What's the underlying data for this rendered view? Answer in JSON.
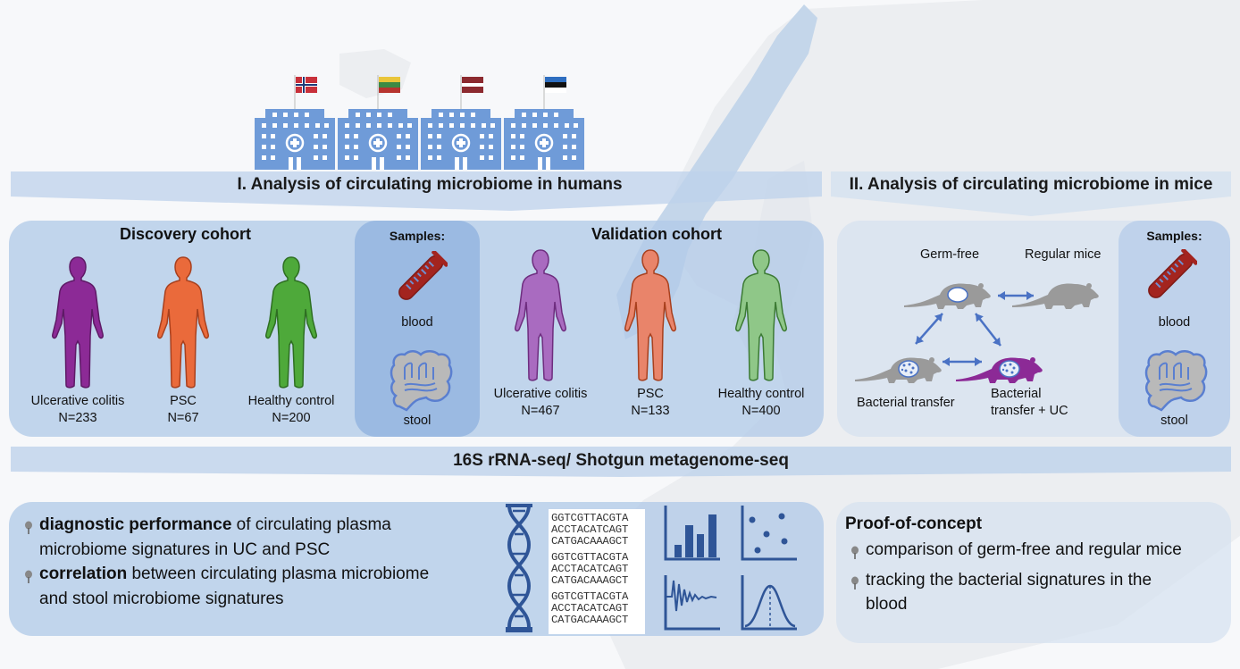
{
  "hospitals": [
    {
      "country": "Norway",
      "flag_icon": "norway-flag-icon"
    },
    {
      "country": "Lithuania",
      "flag_icon": "lithuania-flag-icon"
    },
    {
      "country": "Latvia",
      "flag_icon": "latvia-flag-icon"
    },
    {
      "country": "Estonia",
      "flag_icon": "estonia-flag-icon"
    }
  ],
  "colors": {
    "hospital": "#6f9bd8",
    "uc": "#8c2a96",
    "psc": "#ea6a3b",
    "healthy": "#4ea93a",
    "uc_light": "#a96bc0",
    "psc_light": "#e9846a",
    "healthy_light": "#8fc788",
    "blood": "#a3241f",
    "arrow": "#4a72c4",
    "mouse": "#9a9a9a",
    "mouse_uc": "#8c2a96"
  },
  "section1": {
    "title": "I. Analysis of circulating microbiome in humans",
    "discovery": {
      "title": "Discovery cohort",
      "groups": [
        {
          "label": "Ulcerative colitis",
          "n": "N=233"
        },
        {
          "label": "PSC",
          "n": "N=67"
        },
        {
          "label": "Healthy control",
          "n": "N=200"
        }
      ]
    },
    "samples": {
      "title": "Samples:",
      "items": [
        "blood",
        "stool"
      ]
    },
    "validation": {
      "title": "Validation cohort",
      "groups": [
        {
          "label": "Ulcerative colitis",
          "n": "N=467"
        },
        {
          "label": "PSC",
          "n": "N=133"
        },
        {
          "label": "Healthy control",
          "n": "N=400"
        }
      ]
    }
  },
  "section2": {
    "title": "II. Analysis of circulating microbiome in mice",
    "mice": {
      "germ_free": "Germ-free",
      "regular": "Regular mice",
      "bacterial_transfer": "Bacterial transfer",
      "bacterial_transfer_uc_line1": "Bacterial",
      "bacterial_transfer_uc_line2": "transfer + UC"
    },
    "samples": {
      "title": "Samples:",
      "items": [
        "blood",
        "stool"
      ]
    }
  },
  "method_banner": "16S rRNA-seq/ Shotgun metagenome-seq",
  "outcomes_humans": {
    "bullets": [
      {
        "bold": "diagnostic performance",
        "rest_line1": " of circulating plasma",
        "line2": "microbiome signatures in UC and PSC"
      },
      {
        "bold": "correlation",
        "rest_line1": " between circulating plasma microbiome",
        "line2": "and stool microbiome signatures"
      }
    ],
    "sequences": [
      [
        "GGTCGTTACGTA",
        "ACCTACATCAGT",
        "CATGACAAAGCT"
      ],
      [
        "GGTCGTTACGTA",
        "ACCTACATCAGT",
        "CATGACAAAGCT"
      ],
      [
        "GGTCGTTACGTA",
        "ACCTACATCAGT",
        "CATGACAAAGCT"
      ]
    ],
    "analysis_icons": [
      "bar-chart-icon",
      "scatter-plot-icon",
      "waveform-icon",
      "distribution-curve-icon"
    ]
  },
  "outcomes_mice": {
    "title": "Proof-of-concept",
    "bullets": [
      {
        "line1": "comparison of germ-free and regular mice"
      },
      {
        "line1": "tracking the bacterial signatures in the",
        "line2": "blood"
      }
    ]
  }
}
